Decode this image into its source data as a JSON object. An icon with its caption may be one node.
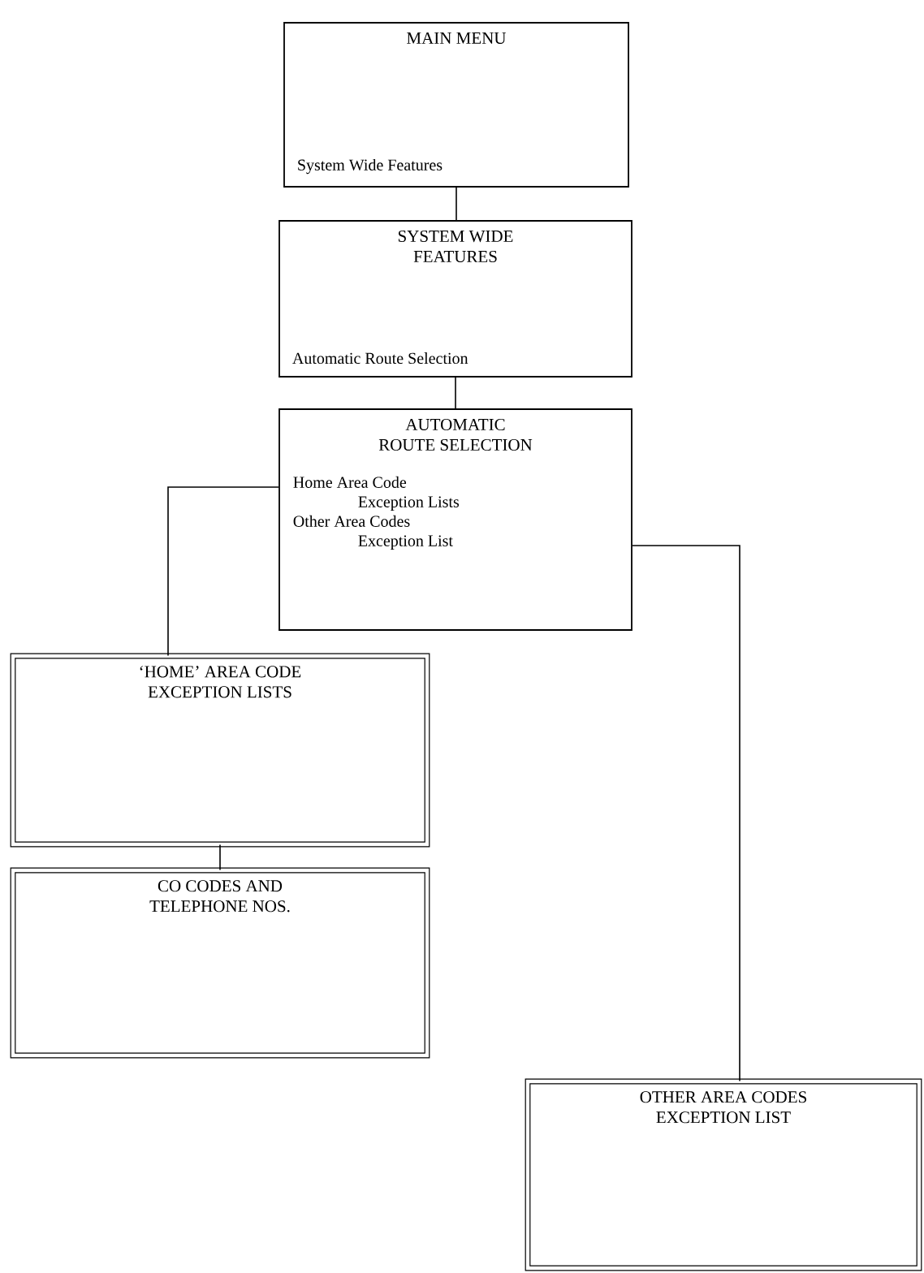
{
  "diagram": {
    "nodes": [
      {
        "text": [
          "MAIN MENU",
          "System Wide Features"
        ]
      },
      {
        "text": [
          "SYSTEM WIDE FEATURES",
          "Automatic Route Selection"
        ]
      },
      {
        "text": [
          "AUTOMATIC ROUTE SELECTION",
          "Home Area Code Exception Lists",
          "Other Area Codes Exception List"
        ]
      },
      {
        "text": [
          "‘HOME’ AREA CODE EXCEPTION LISTS"
        ]
      },
      {
        "text": [
          "CO CODES AND TELEPHONE NOS."
        ]
      },
      {
        "text": [
          "OTHER AREA CODES EXCEPTION LIST"
        ]
      }
    ],
    "edges": [
      {
        "from": 0,
        "to": 1,
        "arrow": "none"
      },
      {
        "from": 1,
        "to": 2,
        "arrow": "none"
      },
      {
        "from": 2,
        "to": 3,
        "arrow": "none"
      },
      {
        "from": 3,
        "to": 4,
        "arrow": "none"
      },
      {
        "from": 2,
        "to": 5,
        "arrow": "none"
      }
    ]
  }
}
